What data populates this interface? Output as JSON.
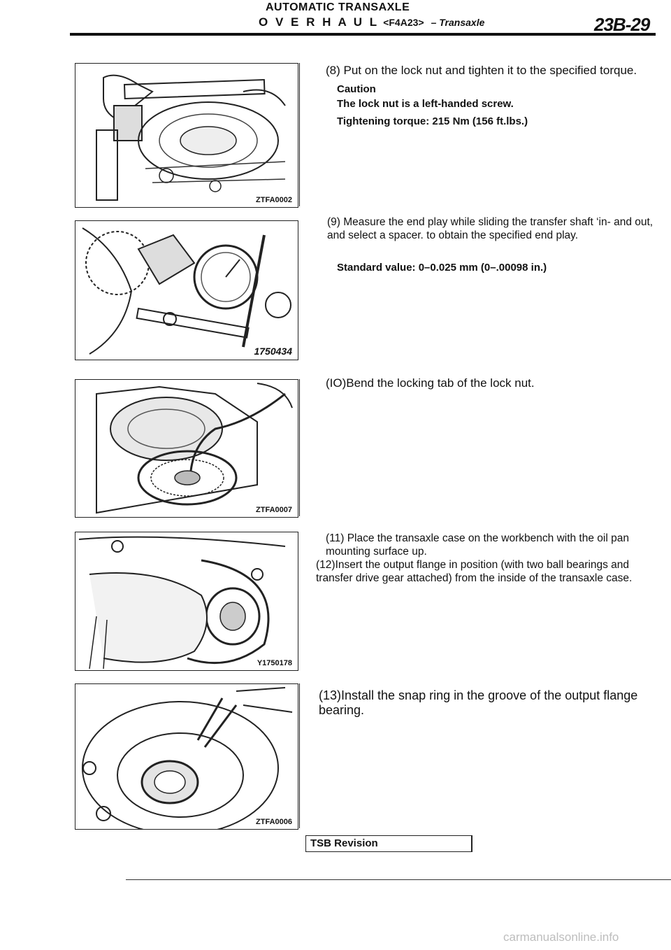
{
  "header": {
    "section": "AUTOMATIC TRANSAXLE",
    "title": "O V E R H A U L",
    "model_code": "<F4A23>",
    "subtitle": "– Transaxle",
    "page_number": "23B-29"
  },
  "figures": [
    {
      "code": "ZTFA0002"
    },
    {
      "code": "1750434"
    },
    {
      "code": "ZTFA0007"
    },
    {
      "code": "Y1750178"
    },
    {
      "code": "ZTFA0006"
    }
  ],
  "steps": {
    "s8": {
      "text": "(8) Put on the lock nut and tighten it to the specified torque.",
      "caution_label": "Caution",
      "caution_text": "The lock nut is a left-handed screw.",
      "torque": "Tightening torque: 215 Nm (156 ft.lbs.)"
    },
    "s9": {
      "text": "(9) Measure the end play while sliding the transfer shaft ‘in- and out, and select a spacer. to obtain the specified end play.",
      "standard": "Standard value: 0–0.025 mm (0–.00098 in.)"
    },
    "s10": {
      "text": "(IO)Bend the locking tab of the lock nut."
    },
    "s11": {
      "text": "(11) Place the transaxle case on the workbench with the oil pan mounting surface up."
    },
    "s12": {
      "text": "(12)Insert the output flange in position (with two ball bearings and transfer drive gear attached) from the inside of the transaxle case."
    },
    "s13": {
      "text": "(13)Install the snap ring in the groove of the output flange bearing."
    }
  },
  "footer": {
    "tsb": "TSB Revision",
    "watermark": "carmanualsonline.info"
  }
}
